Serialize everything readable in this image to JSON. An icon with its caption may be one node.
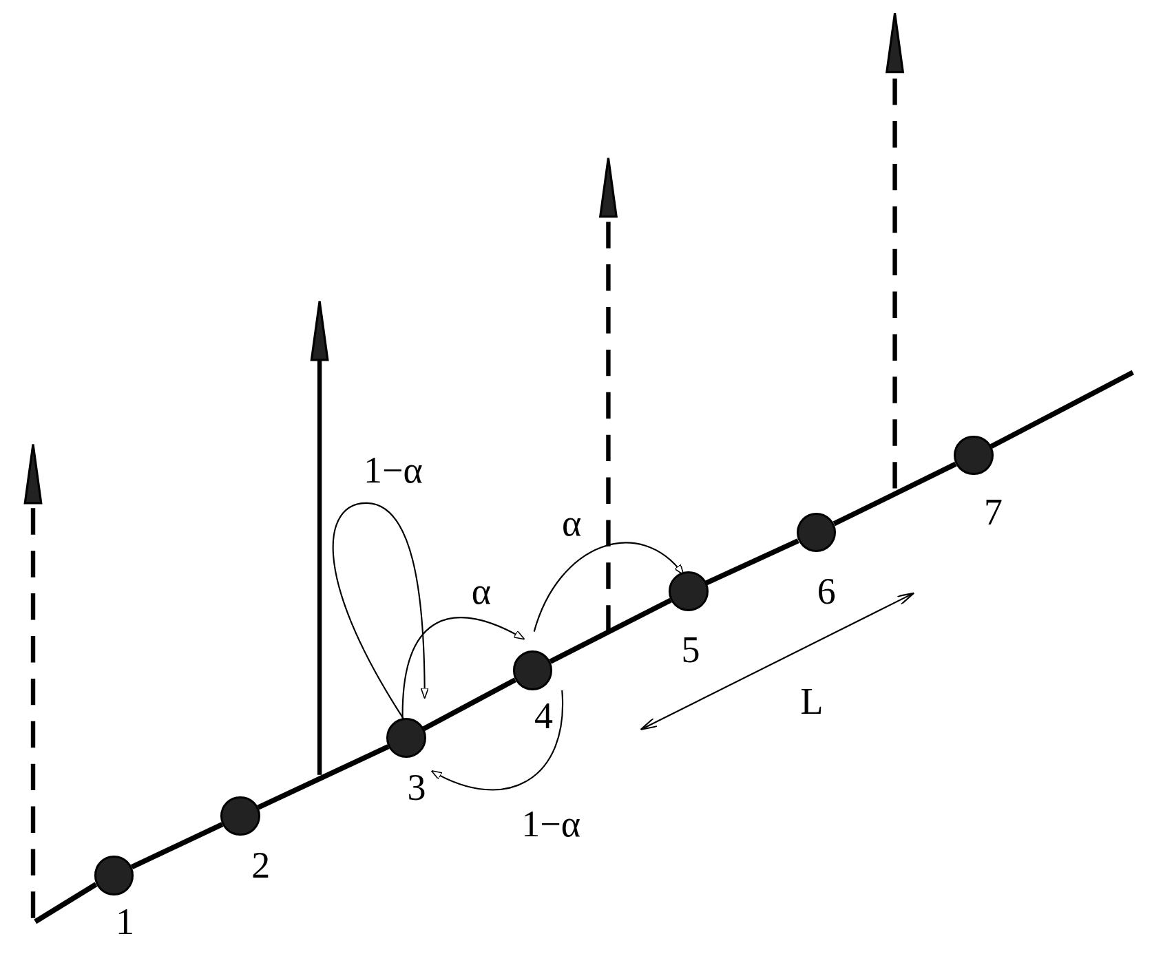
{
  "diagram": {
    "nodes": [
      {
        "text": [],
        "shape": "circle",
        "beside": [
          "1"
        ]
      },
      {
        "text": [],
        "shape": "circle",
        "beside": [
          "2"
        ]
      },
      {
        "text": [],
        "shape": "circle",
        "beside": [
          "3"
        ]
      },
      {
        "text": [],
        "shape": "circle",
        "beside": [
          "4"
        ]
      },
      {
        "text": [],
        "shape": "circle",
        "beside": [
          "5"
        ]
      },
      {
        "text": [],
        "shape": "circle",
        "beside": [
          "6"
        ]
      },
      {
        "text": [],
        "shape": "circle",
        "beside": [
          "7"
        ]
      }
    ],
    "edges": [
      {
        "from": 0,
        "to": 1,
        "arrow": "none"
      },
      {
        "from": 1,
        "to": 2,
        "arrow": "none"
      },
      {
        "from": 2,
        "to": 3,
        "arrow": "none"
      },
      {
        "from": 3,
        "to": 4,
        "arrow": "none"
      },
      {
        "from": 4,
        "to": 5,
        "arrow": "none"
      },
      {
        "from": 5,
        "to": 6,
        "arrow": "none"
      },
      {
        "from": 2,
        "to": 2,
        "arrow": "to",
        "label": "1−α"
      },
      {
        "from": 2,
        "to": 3,
        "arrow": "to",
        "label": "α"
      },
      {
        "from": 3,
        "to": 4,
        "arrow": "to",
        "label": "α"
      },
      {
        "from": 3,
        "to": 2,
        "arrow": "to",
        "label": "1−α"
      }
    ],
    "labels": [
      "L"
    ]
  }
}
